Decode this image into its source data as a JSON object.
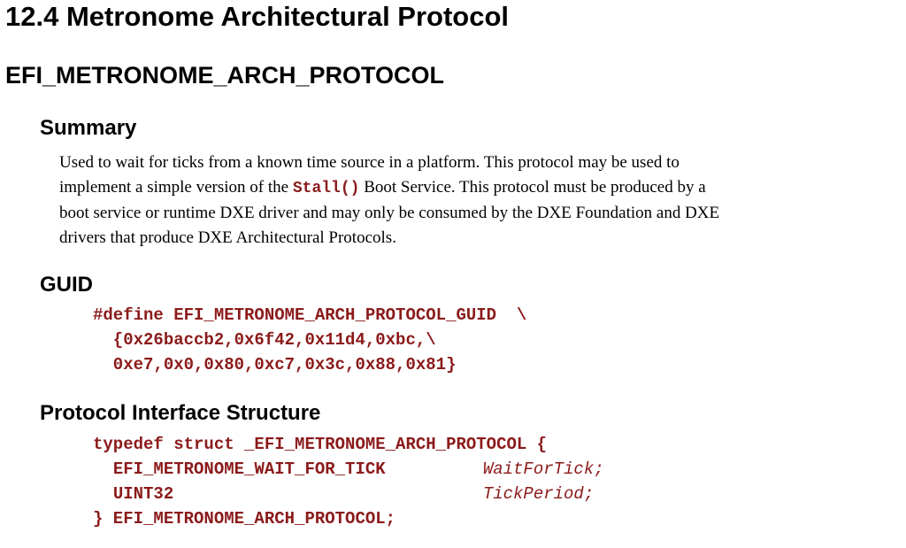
{
  "section_title": "12.4 Metronome Architectural Protocol",
  "protocol_name": "EFI_METRONOME_ARCH_PROTOCOL",
  "summary": {
    "heading": "Summary",
    "lines": [
      "Used to wait for ticks from a known time source in a platform.  This protocol may be used to",
      "implement a simple version of the ",
      "Stall()",
      " Boot Service.  This protocol must be produced by a",
      "boot service or runtime DXE driver and may only be consumed by the DXE Foundation and DXE",
      "drivers that produce DXE Architectural Protocols."
    ]
  },
  "guid": {
    "heading": "GUID",
    "code_lines": [
      "#define EFI_METRONOME_ARCH_PROTOCOL_GUID  \\",
      "  {0x26baccb2,0x6f42,0x11d4,0xbc,\\",
      "  0xe7,0x0,0x80,0xc7,0x3c,0x88,0x81}"
    ]
  },
  "interface": {
    "heading": "Protocol Interface Structure",
    "open_line": "typedef struct _EFI_METRONOME_ARCH_PROTOCOL {",
    "fields": [
      {
        "type": "EFI_METRONOME_WAIT_FOR_TICK",
        "name": "WaitForTick;"
      },
      {
        "type": "UINT32",
        "name": "TickPeriod;"
      }
    ],
    "close_line": "} EFI_METRONOME_ARCH_PROTOCOL;"
  },
  "colors": {
    "code": "#8b1a1a",
    "text": "#000000"
  }
}
